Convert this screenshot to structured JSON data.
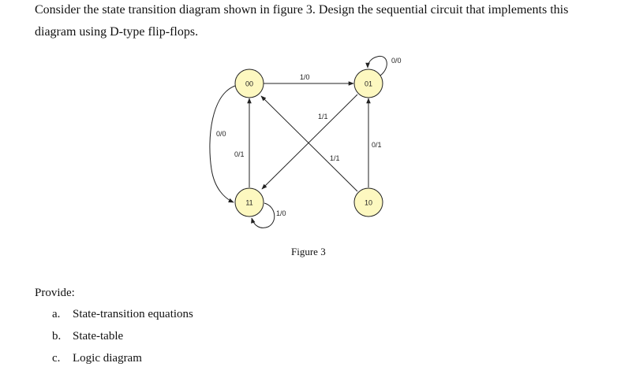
{
  "question": {
    "line1": "Consider the state transition diagram shown in figure 3. Design the sequential circuit that implements this",
    "line2": "diagram using D-type flip-flops."
  },
  "figure": {
    "caption": "Figure 3",
    "state_fill": "#fdf8c0",
    "states": [
      {
        "id": "00",
        "label": "00"
      },
      {
        "id": "01",
        "label": "01"
      },
      {
        "id": "11",
        "label": "11"
      },
      {
        "id": "10",
        "label": "10"
      }
    ],
    "transitions": [
      {
        "from": "00",
        "to": "01",
        "label": "1/0"
      },
      {
        "from": "01",
        "to": "01",
        "label": "0/0"
      },
      {
        "from": "00",
        "to": "11",
        "label": "0/0"
      },
      {
        "from": "11",
        "to": "00",
        "label": "0/1"
      },
      {
        "from": "01",
        "to": "11",
        "label": "1/1"
      },
      {
        "from": "10",
        "to": "00",
        "label": "1/1"
      },
      {
        "from": "10",
        "to": "01",
        "label": "0/1"
      },
      {
        "from": "11",
        "to": "11",
        "label": "1/0"
      }
    ]
  },
  "provide": {
    "heading": "Provide:",
    "items": [
      {
        "marker": "a.",
        "text": "State-transition equations"
      },
      {
        "marker": "b.",
        "text": "State-table"
      },
      {
        "marker": "c.",
        "text": "Logic diagram"
      }
    ]
  }
}
